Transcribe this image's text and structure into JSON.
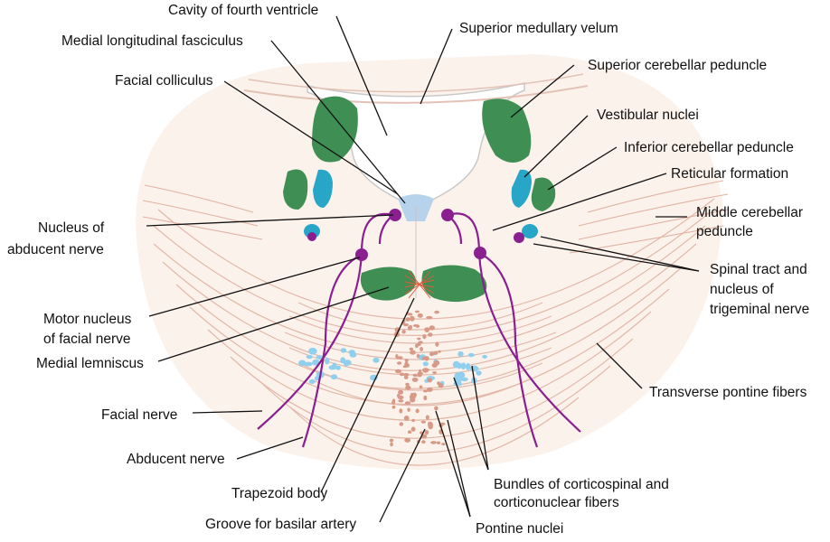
{
  "labels": {
    "cavity_fourth_ventricle": "Cavity of fourth ventricle",
    "superior_medullary_velum": "Superior medullary velum",
    "medial_longitudinal_fasciculus": "Medial longitudinal fasciculus",
    "superior_cerebellar_peduncle": "Superior cerebellar peduncle",
    "facial_colliculus": "Facial colliculus",
    "vestibular_nuclei": "Vestibular nuclei",
    "inferior_cerebellar_peduncle": "Inferior cerebellar peduncle",
    "reticular_formation": "Reticular formation",
    "nucleus_abducent_1": "Nucleus of",
    "nucleus_abducent_2": "abducent nerve",
    "middle_cerebellar_1": "Middle cerebellar",
    "middle_cerebellar_2": "peduncle",
    "spinal_tract_1": "Spinal tract and",
    "spinal_tract_2": "nucleus of",
    "spinal_tract_3": "trigeminal nerve",
    "motor_nucleus_1": "Motor nucleus",
    "motor_nucleus_2": "of facial nerve",
    "medial_lemniscus": "Medial lemniscus",
    "transverse_pontine_fibers": "Transverse pontine fibers",
    "facial_nerve": "Facial nerve",
    "abducent_nerve": "Abducent nerve",
    "bundles_1": "Bundles of corticospinal and",
    "bundles_2": "corticonuclear fibers",
    "trapezoid_body": "Trapezoid body",
    "groove_basilar_artery": "Groove for basilar artery",
    "pontine_nuclei": "Pontine nuclei"
  },
  "colors": {
    "nucleus_green": "#3f8f55",
    "vestibular_blue": "#27a6c7",
    "cranial_nerve_purple": "#8a1f8f",
    "pontine_fibers": "#e0b2a2",
    "tissue": "#fbeee6",
    "corticospinal_dots": "#8fd0ee",
    "pontine_nuclei_dots": "#d89a86",
    "leader_line": "#111111"
  }
}
